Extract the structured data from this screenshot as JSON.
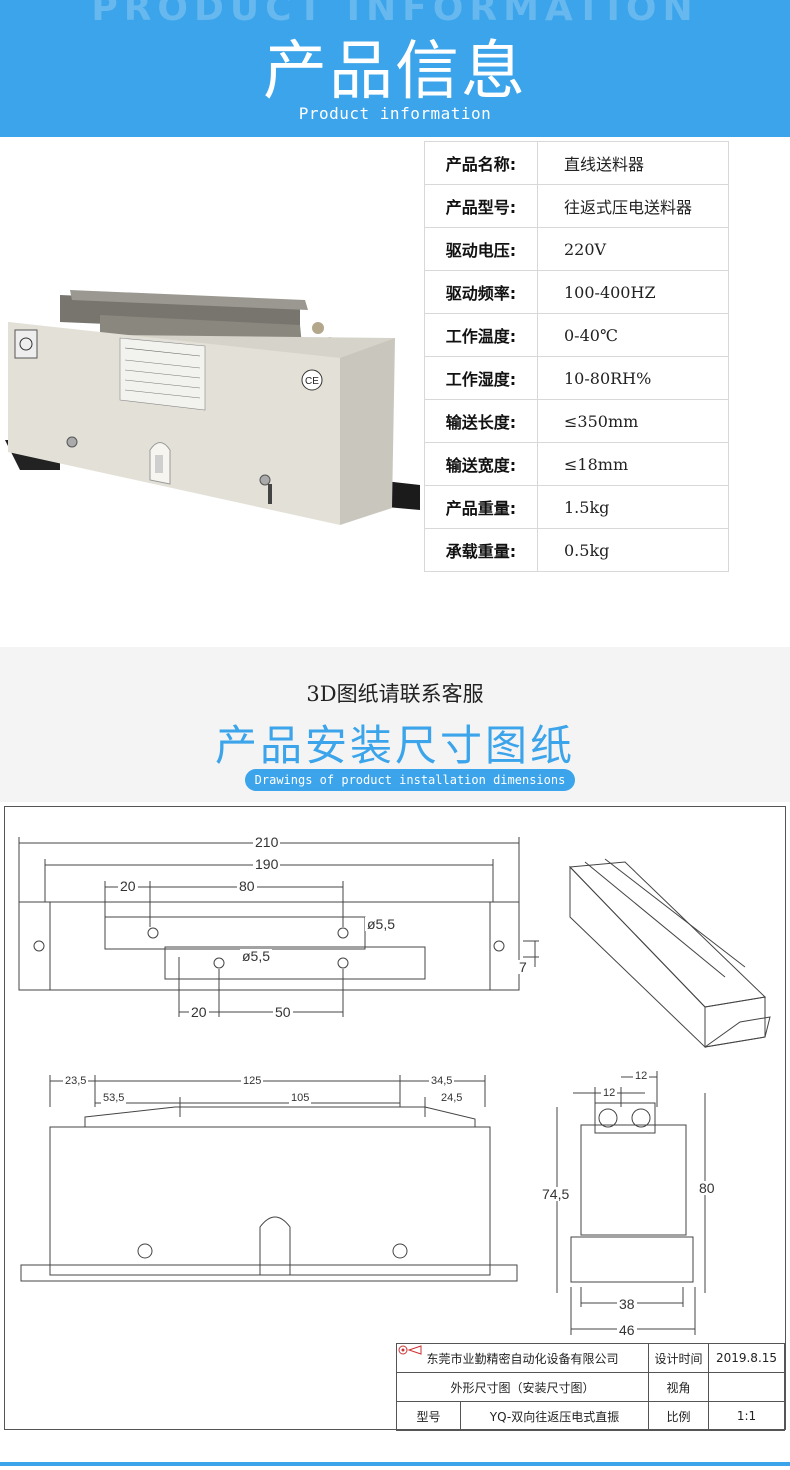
{
  "banner": {
    "watermark": "PRODUCT INFORMATION",
    "title": "产品信息",
    "subtitle": "Product information"
  },
  "product_photo": {
    "ce_mark": "CE"
  },
  "specs": [
    {
      "label": "产品名称:",
      "value": "直线送料器"
    },
    {
      "label": "产品型号:",
      "value": "往返式压电送料器"
    },
    {
      "label": "驱动电压:",
      "value": "220V"
    },
    {
      "label": "驱动频率:",
      "value": "100-400HZ"
    },
    {
      "label": "工作温度:",
      "value": "0-40℃"
    },
    {
      "label": "工作湿度:",
      "value": "10-80RH%"
    },
    {
      "label": "输送长度:",
      "value": "≤350mm"
    },
    {
      "label": "输送宽度:",
      "value": "≤18mm"
    },
    {
      "label": "产品重量:",
      "value": "1.5kg"
    },
    {
      "label": "承载重量:",
      "value": "0.5kg"
    }
  ],
  "section2": {
    "note": "3D图纸请联系客服",
    "title": "产品安装尺寸图纸",
    "subtitle": "Drawings of product installation dimensions"
  },
  "drawing": {
    "dims": {
      "d210": "210",
      "d190": "190",
      "d20a": "20",
      "d80": "80",
      "hole1": "ø5,5",
      "hole2": "ø5,5",
      "d7": "7",
      "d20b": "20",
      "d50": "50",
      "d23_5": "23,5",
      "d125": "125",
      "d34_5": "34,5",
      "d53_5": "53,5",
      "d105": "105",
      "d24_5": "24,5",
      "d12a": "12",
      "d12b": "12",
      "d74_5": "74,5",
      "d80v": "80",
      "d38": "38",
      "d46": "46"
    },
    "title_block": {
      "company": "东莞市业勤精密自动化设备有限公司",
      "design_time_label": "设计时间",
      "design_time": "2019.8.15",
      "drawing_name": "外形尺寸图（安装尺寸图）",
      "view_label": "视角",
      "model_label": "型号",
      "model_value": "YQ-双向往返压电式直振",
      "scale_label": "比例",
      "scale_value": "1:1"
    }
  }
}
